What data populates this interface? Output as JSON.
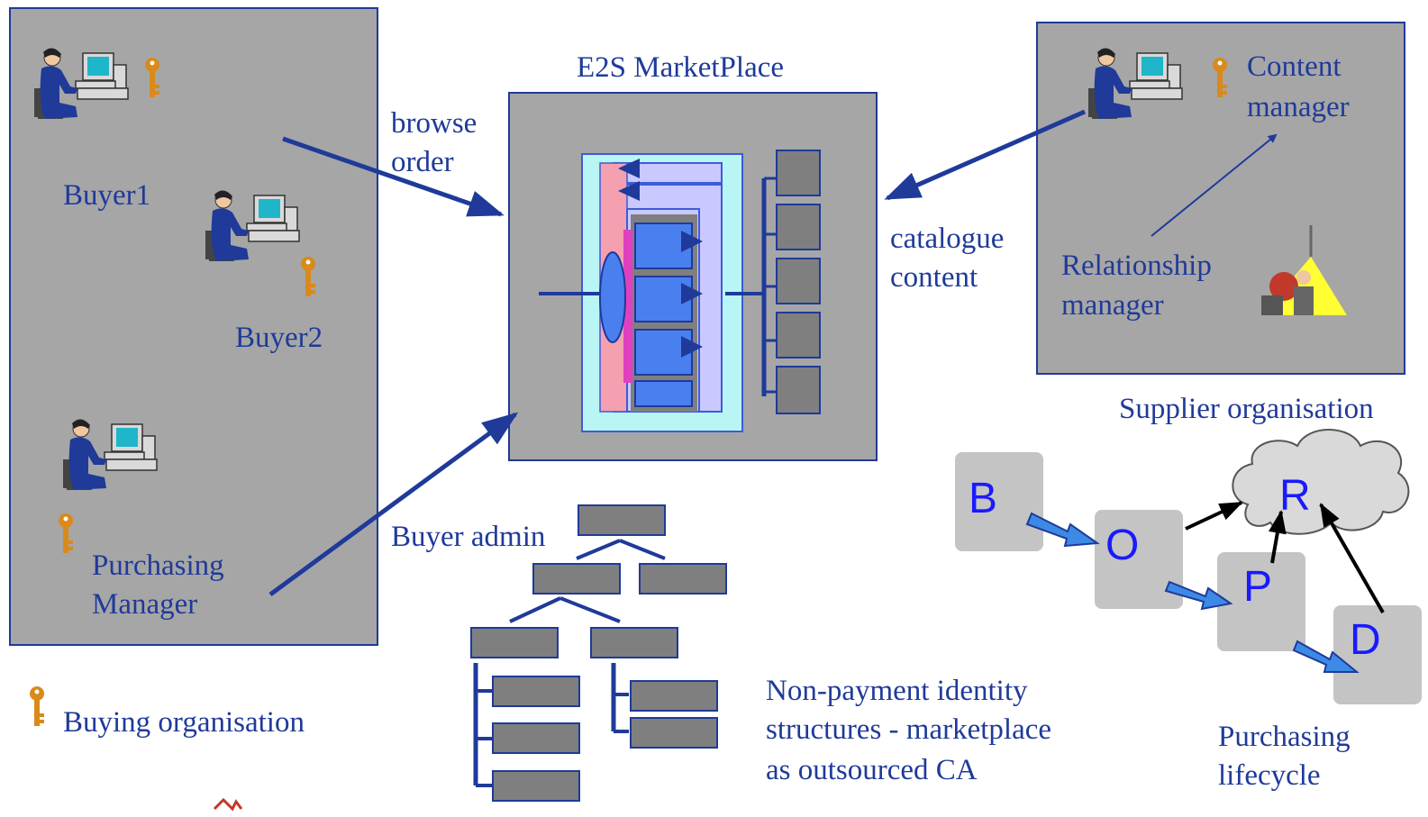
{
  "title": "E2S MarketPlace",
  "buying_org": {
    "legend_label": "Buying organisation",
    "buyer1": "Buyer1",
    "buyer2": "Buyer2",
    "purchasing_manager": [
      "Purchasing",
      "Manager"
    ]
  },
  "arrow_labels": {
    "browse_order": [
      "browse",
      "order"
    ],
    "catalogue_content": [
      "catalogue",
      "content"
    ],
    "buyer_admin": "Buyer admin"
  },
  "supplier_org": {
    "caption": "Supplier organisation",
    "content_manager": [
      "Content",
      "manager"
    ],
    "relationship_manager": [
      "Relationship",
      "manager"
    ]
  },
  "identity_note": [
    "Non-payment identity",
    "structures  - marketplace",
    "as outsourced CA"
  ],
  "lifecycle": {
    "steps": [
      "B",
      "O",
      "P",
      "D",
      "R"
    ],
    "caption": [
      "Purchasing",
      "lifecycle"
    ]
  },
  "colors": {
    "panel_fill": "#a6a6a6",
    "outline": "#1f3a99",
    "text": "#1f3a99",
    "letters": "#1a1aff",
    "key": "#d98a1a",
    "cloud": "#d9d9d9"
  }
}
